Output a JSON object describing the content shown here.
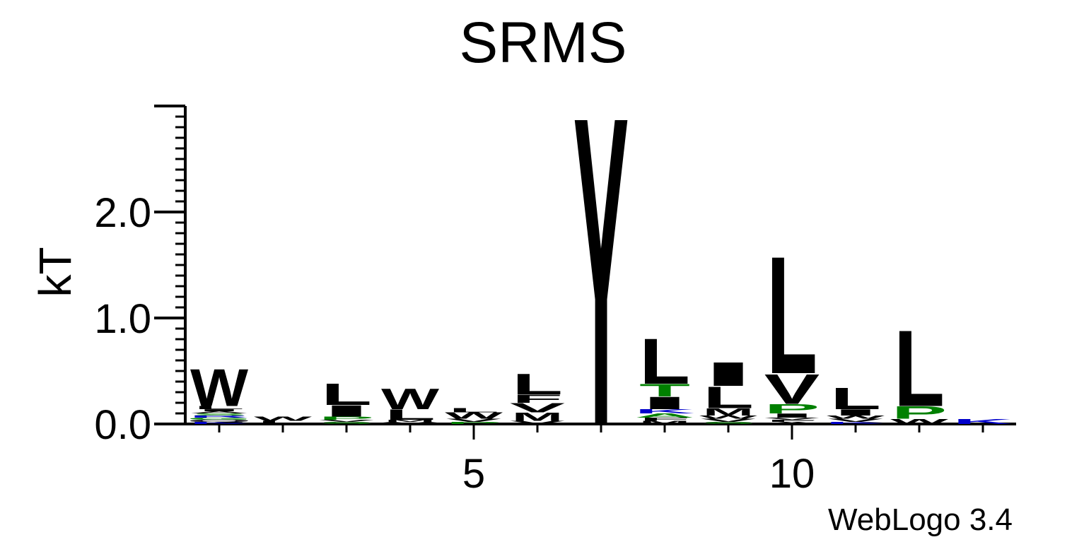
{
  "chart_data": {
    "type": "sequence_logo",
    "title": "SRMS",
    "ylabel": "kT",
    "ylim": [
      0,
      3.0
    ],
    "yticks": [
      "0.0",
      "1.0",
      "2.0"
    ],
    "ytick_values": [
      0,
      1,
      2
    ],
    "xticks": [
      "5",
      "10"
    ],
    "xtick_positions": [
      5,
      10
    ],
    "positions": [
      1,
      2,
      3,
      4,
      5,
      6,
      7,
      8,
      9,
      10,
      11,
      12,
      13
    ],
    "footer": "WebLogo 3.4",
    "colors": {
      "hydrophobic": "#000000",
      "polar": "#008000",
      "basic": "#0000cc"
    },
    "columns": [
      {
        "position": 1,
        "stack": [
          {
            "letter": "K",
            "height": 0.02,
            "color": "#0000cc"
          },
          {
            "letter": "Q",
            "height": 0.02,
            "color": "#000000"
          },
          {
            "letter": "G",
            "height": 0.02,
            "color": "#008000"
          },
          {
            "letter": "R",
            "height": 0.02,
            "color": "#0000cc"
          },
          {
            "letter": "S",
            "height": 0.02,
            "color": "#008000"
          },
          {
            "letter": "A",
            "height": 0.02,
            "color": "#000000"
          },
          {
            "letter": "I",
            "height": 0.02,
            "color": "#000000"
          },
          {
            "letter": "L",
            "height": 0.03,
            "color": "#000000"
          },
          {
            "letter": "W",
            "height": 0.36,
            "color": "#000000"
          }
        ]
      },
      {
        "position": 2,
        "stack": [
          {
            "letter": "L",
            "height": 0.03,
            "color": "#000000"
          },
          {
            "letter": "W",
            "height": 0.04,
            "color": "#000000"
          }
        ]
      },
      {
        "position": 3,
        "stack": [
          {
            "letter": "S",
            "height": 0.02,
            "color": "#008000"
          },
          {
            "letter": "V",
            "height": 0.02,
            "color": "#000000"
          },
          {
            "letter": "P",
            "height": 0.03,
            "color": "#008000"
          },
          {
            "letter": "I",
            "height": 0.11,
            "color": "#000000"
          },
          {
            "letter": "L",
            "height": 0.21,
            "color": "#000000"
          }
        ]
      },
      {
        "position": 4,
        "stack": [
          {
            "letter": "V",
            "height": 0.02,
            "color": "#000000"
          },
          {
            "letter": "M",
            "height": 0.02,
            "color": "#000000"
          },
          {
            "letter": "L",
            "height": 0.1,
            "color": "#000000"
          },
          {
            "letter": "W",
            "height": 0.2,
            "color": "#000000"
          }
        ]
      },
      {
        "position": 5,
        "stack": [
          {
            "letter": "P",
            "height": 0.02,
            "color": "#008000"
          },
          {
            "letter": "V",
            "height": 0.03,
            "color": "#000000"
          },
          {
            "letter": "W",
            "height": 0.06,
            "color": "#000000"
          },
          {
            "letter": "L",
            "height": 0.04,
            "color": "#000000"
          }
        ]
      },
      {
        "position": 6,
        "stack": [
          {
            "letter": "V",
            "height": 0.03,
            "color": "#000000"
          },
          {
            "letter": "M",
            "height": 0.08,
            "color": "#000000"
          },
          {
            "letter": "V",
            "height": 0.09,
            "color": "#000000"
          },
          {
            "letter": "F",
            "height": 0.08,
            "color": "#000000"
          },
          {
            "letter": "L",
            "height": 0.2,
            "color": "#000000"
          }
        ]
      },
      {
        "position": 7,
        "stack": [
          {
            "letter": "Y",
            "height": 3.0,
            "color": "#000000"
          }
        ]
      },
      {
        "position": 8,
        "stack": [
          {
            "letter": "M",
            "height": 0.03,
            "color": "#000000"
          },
          {
            "letter": "F",
            "height": 0.03,
            "color": "#000000"
          },
          {
            "letter": "A",
            "height": 0.04,
            "color": "#008000"
          },
          {
            "letter": "K",
            "height": 0.04,
            "color": "#0000cc"
          },
          {
            "letter": "I",
            "height": 0.12,
            "color": "#000000"
          },
          {
            "letter": "T",
            "height": 0.12,
            "color": "#008000"
          },
          {
            "letter": "L",
            "height": 0.44,
            "color": "#000000"
          }
        ]
      },
      {
        "position": 9,
        "stack": [
          {
            "letter": "S",
            "height": 0.02,
            "color": "#008000"
          },
          {
            "letter": "V",
            "height": 0.03,
            "color": "#000000"
          },
          {
            "letter": "W",
            "height": 0.03,
            "color": "#000000"
          },
          {
            "letter": "M",
            "height": 0.07,
            "color": "#000000"
          },
          {
            "letter": "L",
            "height": 0.21,
            "color": "#000000"
          },
          {
            "letter": "I",
            "height": 0.23,
            "color": "#000000"
          }
        ]
      },
      {
        "position": 10,
        "stack": [
          {
            "letter": "A",
            "height": 0.02,
            "color": "#000000"
          },
          {
            "letter": "F",
            "height": 0.02,
            "color": "#000000"
          },
          {
            "letter": "V",
            "height": 0.02,
            "color": "#000000"
          },
          {
            "letter": "I",
            "height": 0.04,
            "color": "#000000"
          },
          {
            "letter": "P",
            "height": 0.09,
            "color": "#008000"
          },
          {
            "letter": "V",
            "height": 0.29,
            "color": "#000000"
          },
          {
            "letter": "L",
            "height": 1.14,
            "color": "#000000"
          }
        ]
      },
      {
        "position": 11,
        "stack": [
          {
            "letter": "K",
            "height": 0.02,
            "color": "#0000cc"
          },
          {
            "letter": "V",
            "height": 0.03,
            "color": "#000000"
          },
          {
            "letter": "W",
            "height": 0.03,
            "color": "#000000"
          },
          {
            "letter": "I",
            "height": 0.06,
            "color": "#000000"
          },
          {
            "letter": "L",
            "height": 0.21,
            "color": "#000000"
          }
        ]
      },
      {
        "position": 12,
        "stack": [
          {
            "letter": "W",
            "height": 0.05,
            "color": "#000000"
          },
          {
            "letter": "P",
            "height": 0.12,
            "color": "#008000"
          },
          {
            "letter": "L",
            "height": 0.74,
            "color": "#000000"
          }
        ]
      },
      {
        "position": 13,
        "stack": [
          {
            "letter": "K",
            "height": 0.05,
            "color": "#0000cc"
          }
        ]
      }
    ]
  }
}
